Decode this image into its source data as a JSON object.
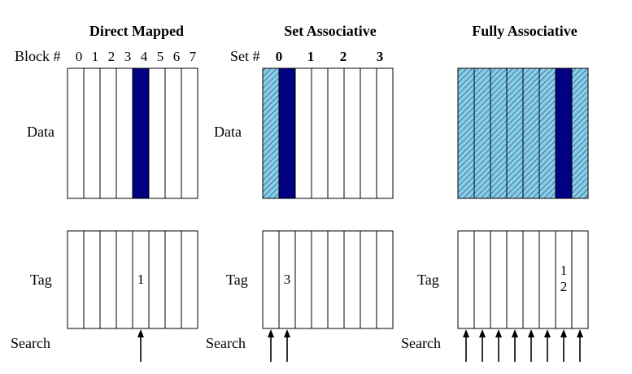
{
  "colors": {
    "highlight": "#000080",
    "hatch_bg": "#87CEEB",
    "hatch_line": "#1F3A5A",
    "cell_border": "#000000"
  },
  "row_labels": {
    "data": "Data",
    "tag": "Tag",
    "search": "Search"
  },
  "panels": [
    {
      "id": "direct-mapped",
      "title": "Direct Mapped",
      "index_label": "Block #",
      "index_values": [
        "0",
        "1",
        "2",
        "3",
        "4",
        "5",
        "6",
        "7"
      ],
      "index_bold": false,
      "cells": 8,
      "data_highlight": [
        4
      ],
      "data_hatched": [],
      "tag_values": [
        {
          "cell": 4,
          "text": "1"
        }
      ],
      "search_arrows": [
        4
      ]
    },
    {
      "id": "set-associative",
      "title": "Set Associative",
      "index_label": "Set #",
      "index_values": [
        "0",
        "1",
        "2",
        "3"
      ],
      "index_bold": true,
      "cells": 8,
      "data_highlight": [
        1
      ],
      "data_hatched": [
        0
      ],
      "tag_values": [
        {
          "cell": 1,
          "text": "3"
        }
      ],
      "search_arrows": [
        0,
        1
      ]
    },
    {
      "id": "fully-associative",
      "title": "Fully Associative",
      "index_label": "",
      "index_values": [],
      "index_bold": false,
      "cells": 8,
      "data_highlight": [
        6
      ],
      "data_hatched": [
        0,
        1,
        2,
        3,
        4,
        5,
        7
      ],
      "tag_values": [
        {
          "cell": 6,
          "text": "1"
        },
        {
          "cell": 6,
          "text": "2"
        }
      ],
      "search_arrows": [
        0,
        1,
        2,
        3,
        4,
        5,
        6,
        7
      ]
    }
  ]
}
